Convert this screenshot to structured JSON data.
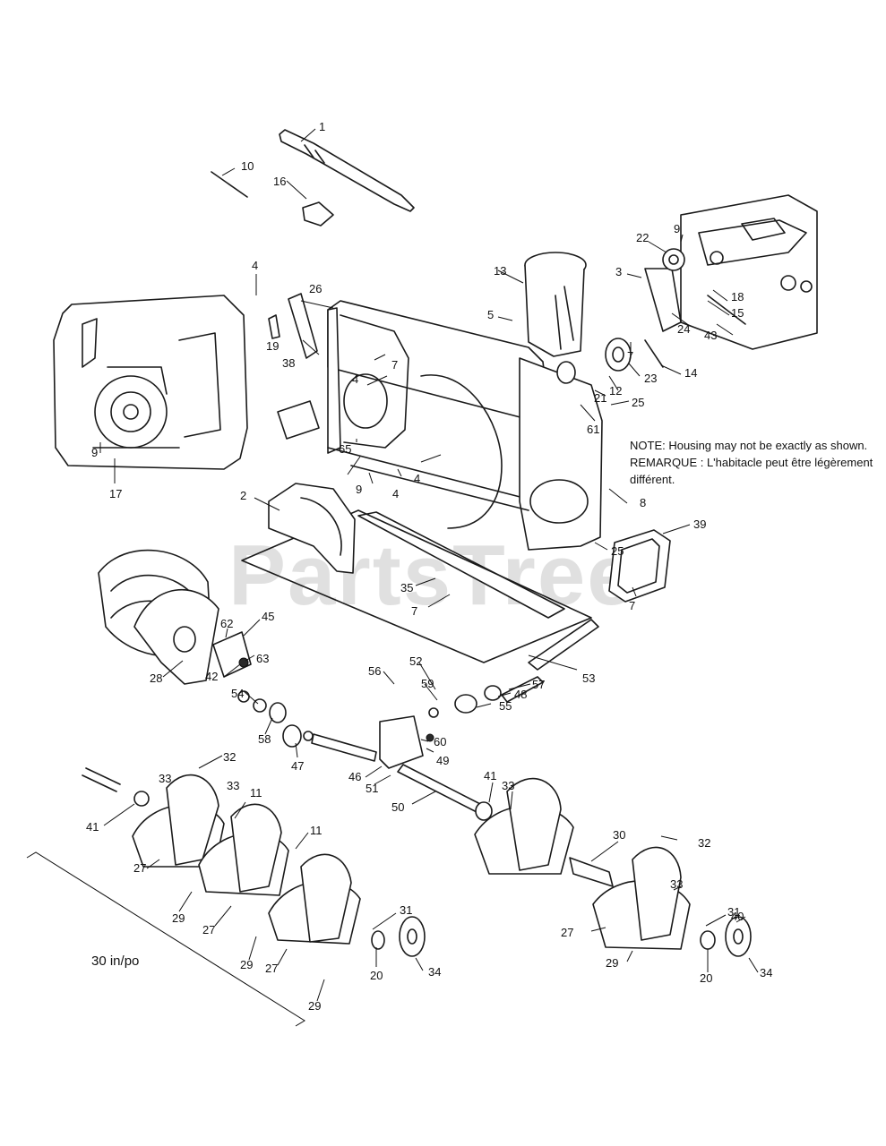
{
  "note": {
    "line1": "NOTE: Housing may not be exactly as shown.",
    "line2": "REMARQUE : L'habitacle peut être légèrement",
    "line3": "différent."
  },
  "size_label": "30 in/po",
  "watermark": "PartsTree",
  "callouts": [
    "1",
    "10",
    "16",
    "4",
    "19",
    "26",
    "38",
    "13",
    "5",
    "9",
    "22",
    "3",
    "18",
    "15",
    "24",
    "43",
    "7",
    "23",
    "12",
    "14",
    "21",
    "25",
    "61",
    "9",
    "17",
    "7",
    "4",
    "65",
    "9",
    "4",
    "4",
    "8",
    "2",
    "39",
    "25",
    "7",
    "35",
    "7",
    "62",
    "45",
    "28",
    "63",
    "42",
    "54",
    "58",
    "47",
    "56",
    "52",
    "59",
    "53",
    "57",
    "48",
    "55",
    "60",
    "49",
    "46",
    "51",
    "50",
    "41",
    "33",
    "32",
    "33",
    "11",
    "11",
    "41",
    "30",
    "32",
    "27",
    "29",
    "27",
    "33",
    "31",
    "40",
    "33",
    "31",
    "27",
    "29",
    "27",
    "29",
    "20",
    "34",
    "20",
    "34",
    "29"
  ]
}
